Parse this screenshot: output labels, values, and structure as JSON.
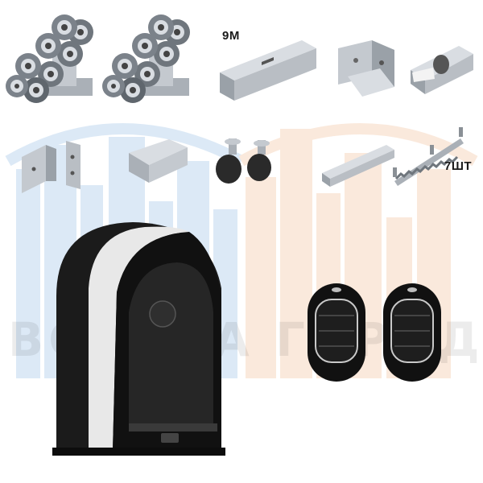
{
  "labels": {
    "rail_length": "9M",
    "rack_count": "7ШТ"
  },
  "watermark": {
    "text": "ВОРОТА ГОРОДА"
  },
  "colors": {
    "steel_light": "#d9dde2",
    "steel_mid": "#aab0b7",
    "steel_dark": "#6f767d",
    "motor_body": "#1b1b1b",
    "watermark_blue": "#9ec3e6",
    "watermark_orange": "#f2c29d"
  },
  "icons": [
    "roller-carriage",
    "guide-rail",
    "end-stop",
    "bracket",
    "end-cap",
    "bumper",
    "rack-section",
    "gear-motor",
    "remote-control"
  ]
}
